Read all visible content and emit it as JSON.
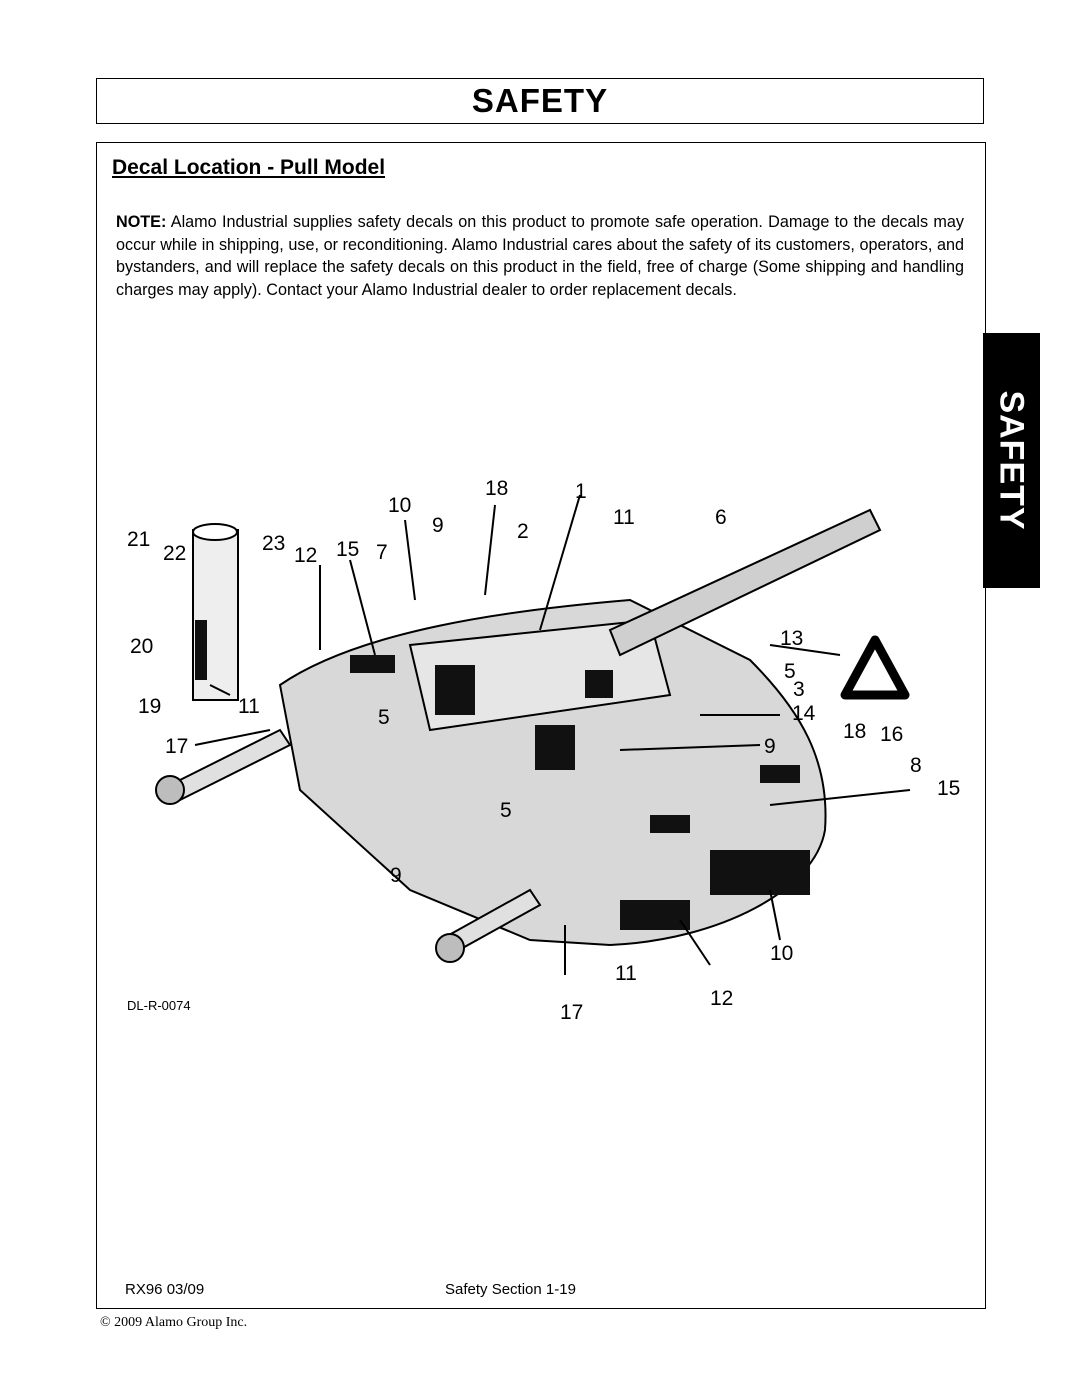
{
  "header": {
    "title": "SAFETY"
  },
  "side_tab": {
    "label": "SAFETY"
  },
  "section": {
    "title": "Decal Location - Pull Model"
  },
  "note": {
    "label": "NOTE:",
    "text": " Alamo Industrial supplies safety decals on this product to promote safe operation. Damage to the decals may occur while in shipping, use, or reconditioning. Alamo Industrial cares about the safety of its customers, operators, and bystanders, and will replace the safety decals on this product in the field, free of charge (Some shipping and handling charges may apply). Contact your Alamo Industrial dealer to order replacement decals."
  },
  "figure": {
    "drawing_id": "DL-R-0074",
    "callouts": [
      "10",
      "18",
      "1",
      "9",
      "2",
      "11",
      "6",
      "21",
      "22",
      "23",
      "12",
      "15",
      "7",
      "20",
      "13",
      "5",
      "3",
      "19",
      "11",
      "5",
      "14",
      "17",
      "18",
      "16",
      "9",
      "8",
      "15",
      "5",
      "9",
      "10",
      "11",
      "12",
      "17"
    ]
  },
  "footer": {
    "model": "RX96   03/09",
    "page": "Safety Section 1-19",
    "copyright": "© 2009 Alamo Group Inc."
  }
}
